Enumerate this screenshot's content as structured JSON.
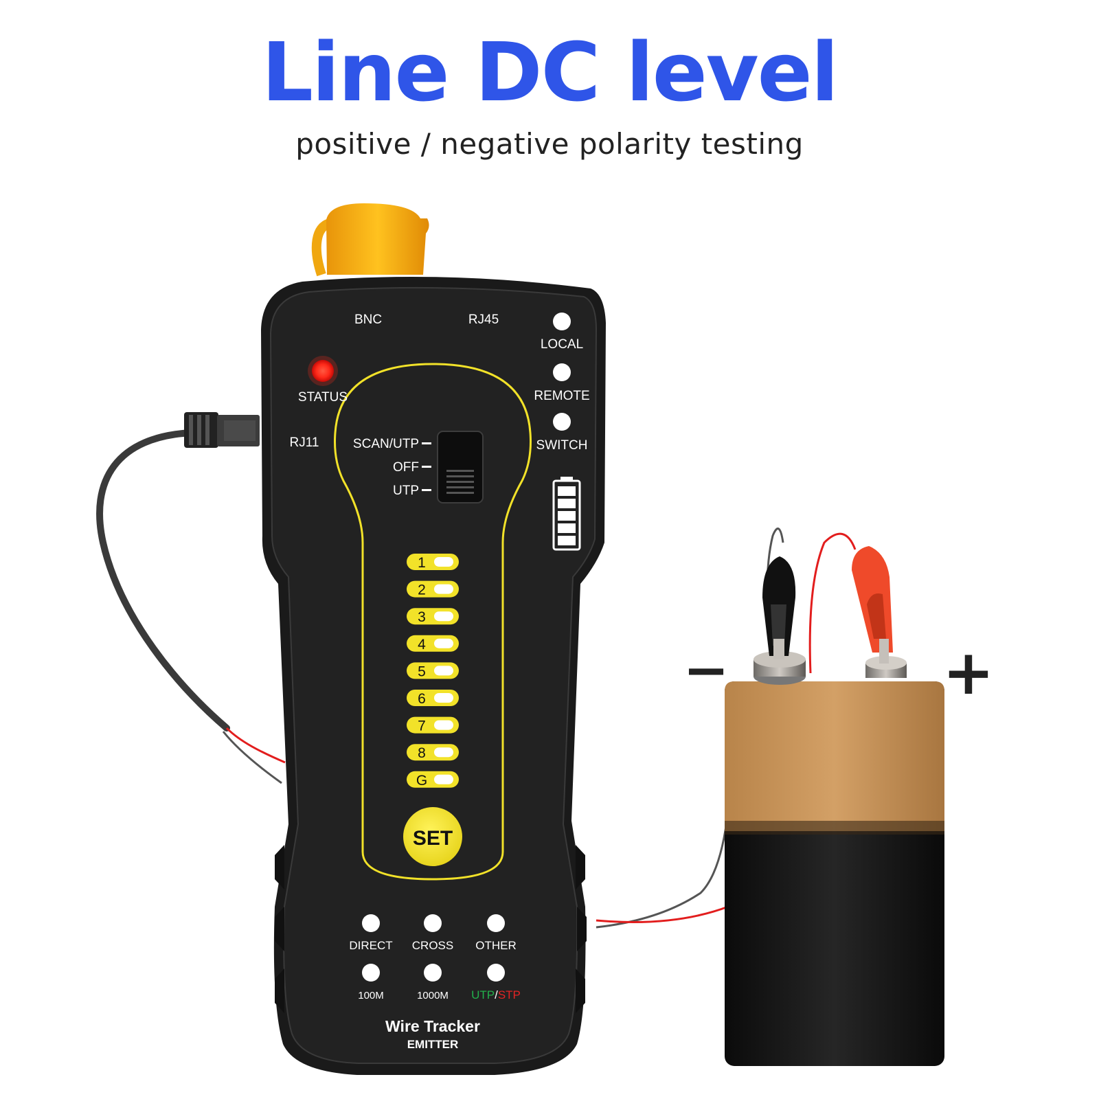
{
  "title": "Line DC level",
  "subtitle": "positive / negative polarity testing",
  "device": {
    "top_ports": {
      "bnc": "BNC",
      "rj45": "RJ45"
    },
    "status_label": "STATUS",
    "rj11_label": "RJ11",
    "right_indicators": [
      "LOCAL",
      "REMOTE",
      "SWITCH"
    ],
    "switch_positions": [
      "SCAN/UTP",
      "OFF",
      "UTP"
    ],
    "wire_leds": [
      "1",
      "2",
      "3",
      "4",
      "5",
      "6",
      "7",
      "8",
      "G"
    ],
    "set_button": "SET",
    "mode_leds": [
      "DIRECT",
      "CROSS",
      "OTHER"
    ],
    "speed_leds": [
      "100M",
      "1000M"
    ],
    "cable_type": {
      "utp": "UTP",
      "sep": "/",
      "stp": "STP"
    },
    "brand_line1": "Wire Tracker",
    "brand_line2": "EMITTER",
    "battery_bars": 5
  },
  "battery": {
    "negative_sign": "−",
    "positive_sign": "+"
  },
  "colors": {
    "title": "#2f55e8",
    "accent_yellow": "#f2e229",
    "status_led": "#ff2a1a",
    "utp_green": "#22b04b",
    "stp_red": "#e32424"
  }
}
